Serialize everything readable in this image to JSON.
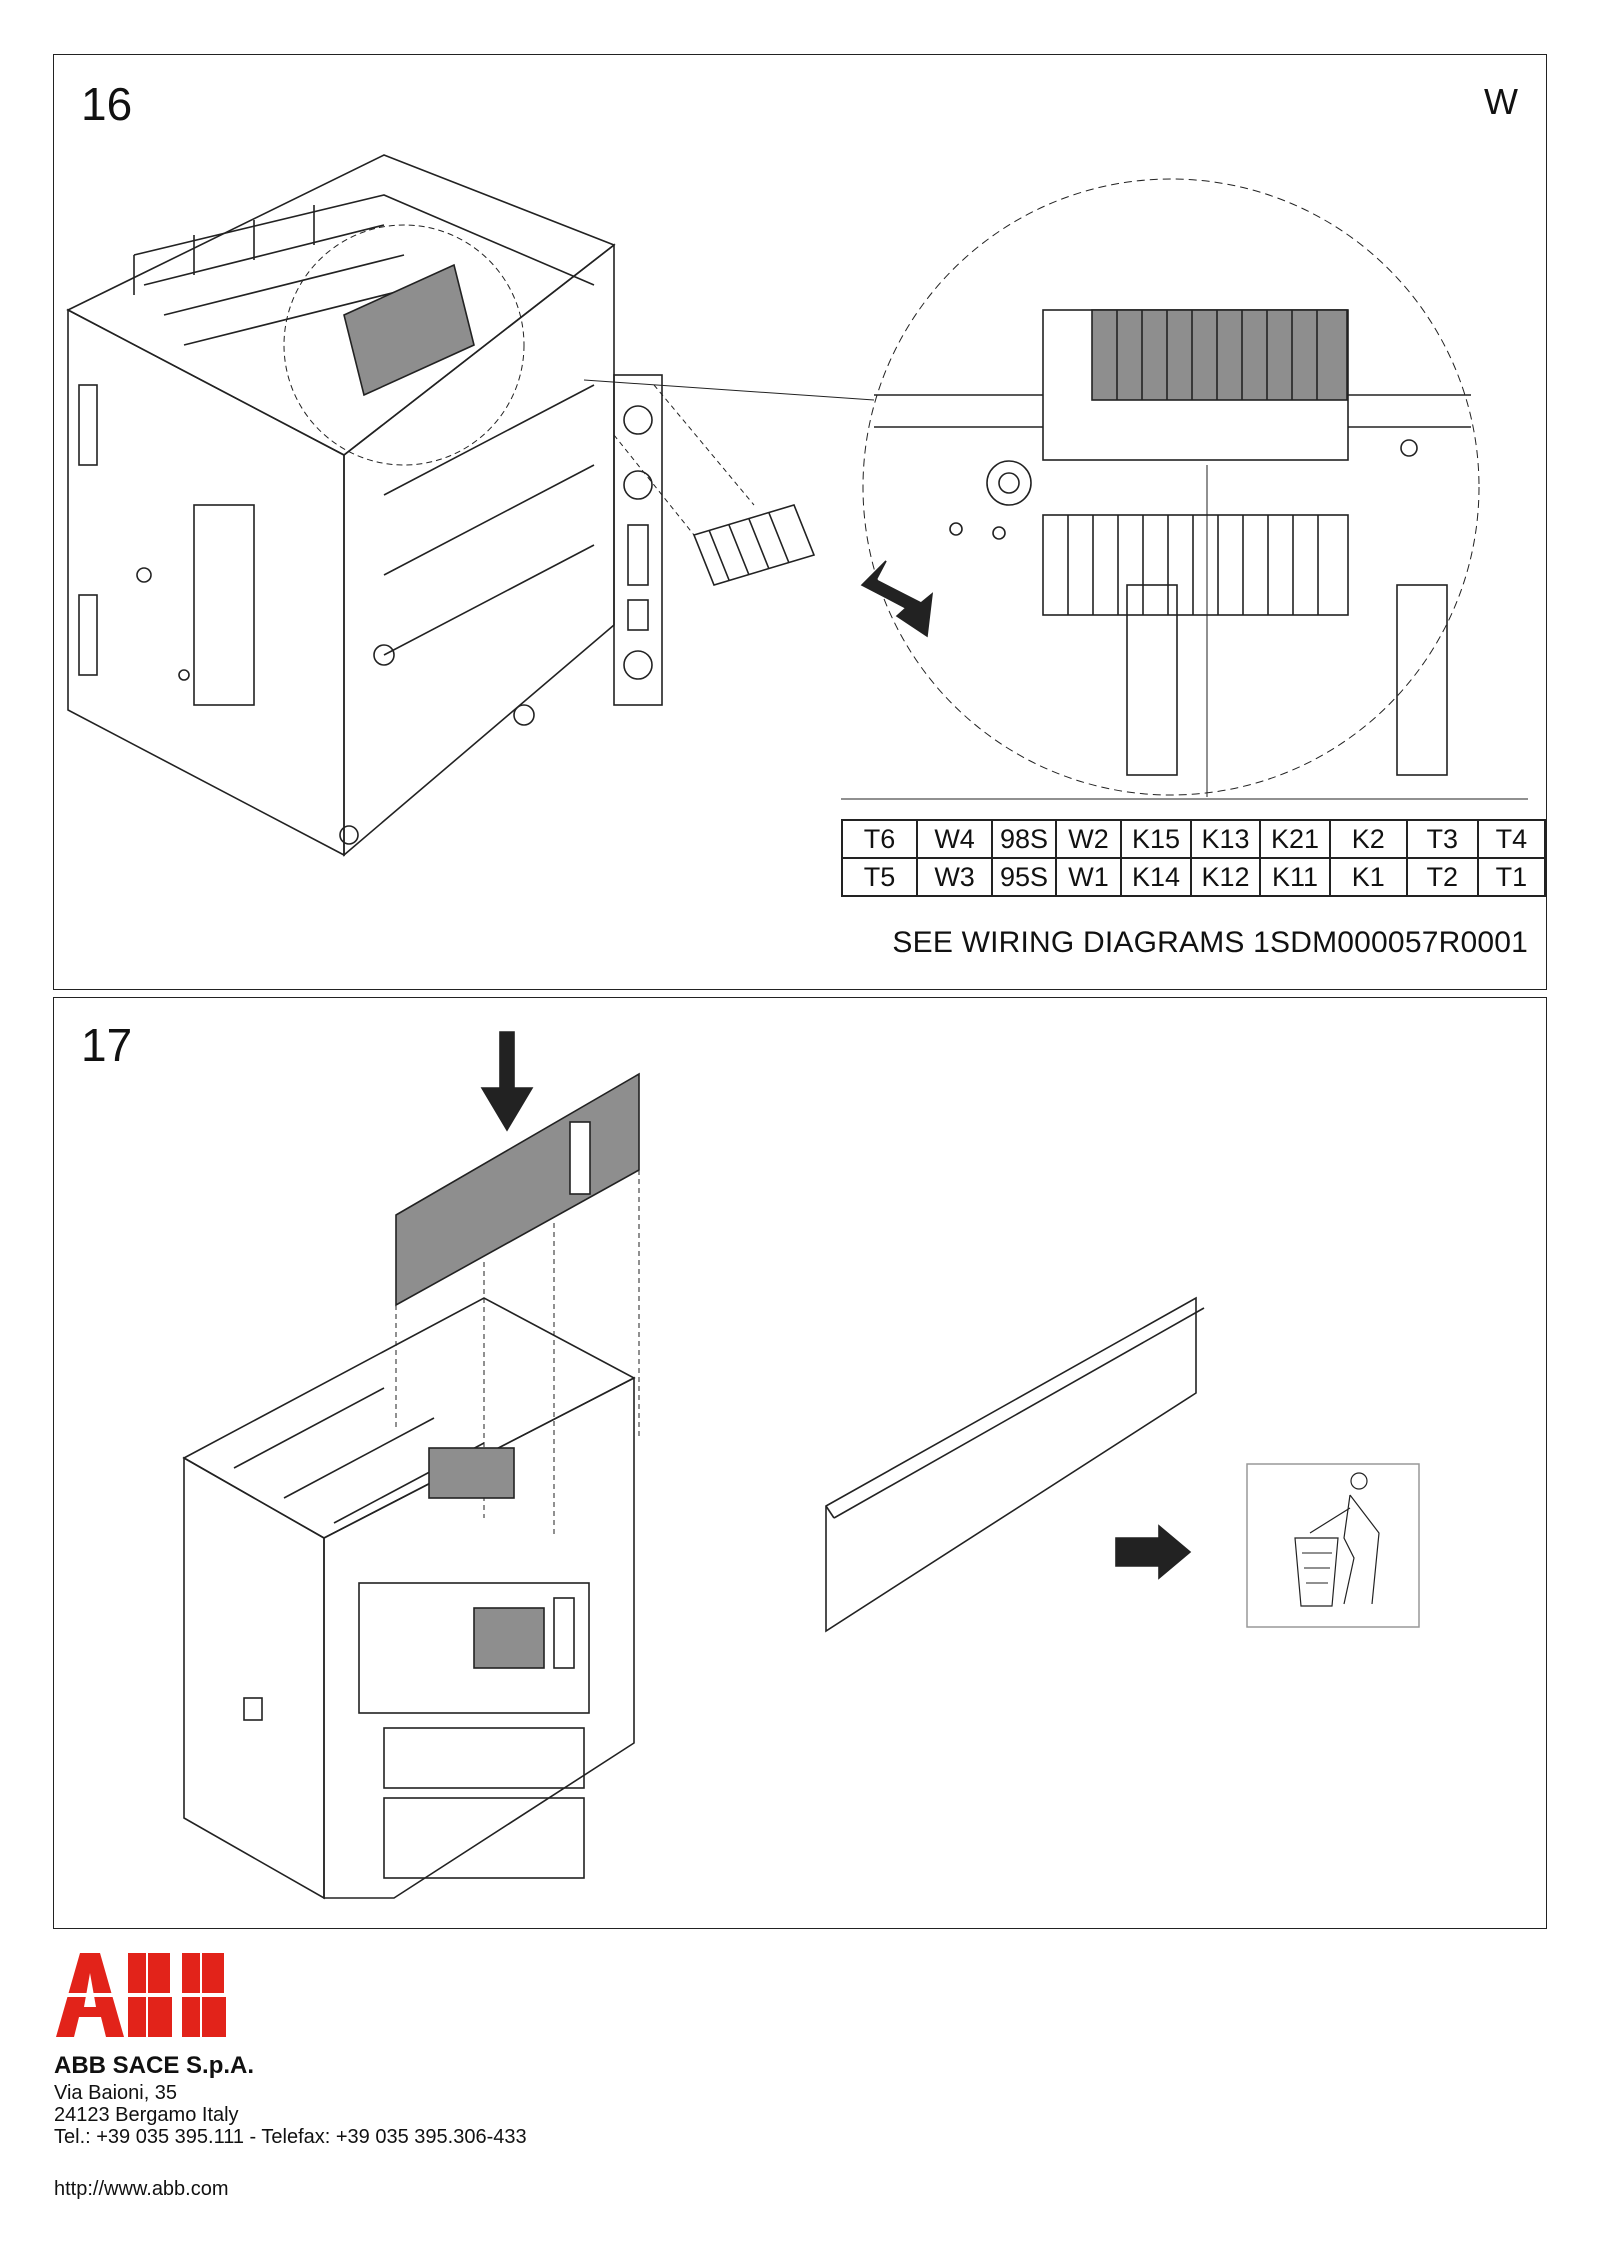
{
  "step16": {
    "number": "16",
    "variant": "W",
    "terminal_top": [
      "T6",
      "W4",
      "98S",
      "W2",
      "K15",
      "K13",
      "K21",
      "K2",
      "T3",
      "T4"
    ],
    "terminal_bottom": [
      "T5",
      "W3",
      "95S",
      "W1",
      "K14",
      "K12",
      "K11",
      "K1",
      "T2",
      "T1"
    ],
    "see_wiring": "SEE WIRING DIAGRAMS 1SDM000057R0001"
  },
  "step17": {
    "number": "17"
  },
  "footer": {
    "logo_text": "ABB",
    "company": "ABB SACE S.p.A.",
    "address_line1": "Via Baioni, 35",
    "address_line2": "24123 Bergamo Italy",
    "phone": "Tel.: +39 035 395.111 - Telefax: +39 035 395.306-433",
    "url": "http://www.abb.com"
  },
  "colors": {
    "logo_red": "#e2231a",
    "part_gray": "#8e8e8e"
  }
}
